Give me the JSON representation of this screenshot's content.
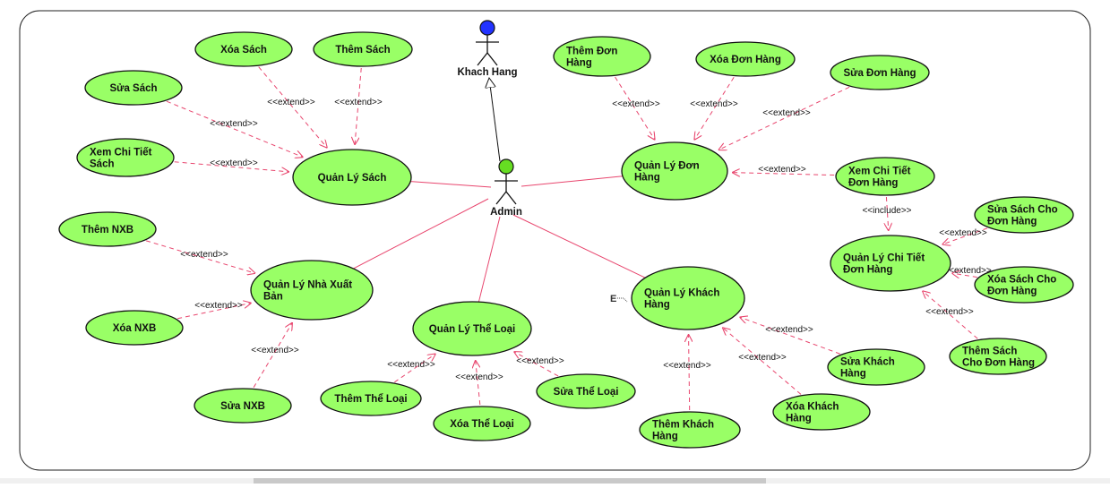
{
  "actors": {
    "customer": "Khach Hang",
    "admin": "Admin"
  },
  "relations": {
    "extend": "<<extend>>",
    "include": "<<include>>"
  },
  "marker_label": "E",
  "use_cases": {
    "xoa_sach": [
      "Xóa Sách"
    ],
    "them_sach": [
      "Thêm Sách"
    ],
    "sua_sach": [
      "Sửa Sách"
    ],
    "xem_chi_tiet_sach": [
      "Xem Chi Tiết",
      "Sách"
    ],
    "quan_ly_sach": [
      "Quản Lý Sách"
    ],
    "them_nxb": [
      "Thêm NXB"
    ],
    "quan_ly_nxb": [
      "Quản Lý Nhà Xuất",
      "Bản"
    ],
    "xoa_nxb": [
      "Xóa NXB"
    ],
    "sua_nxb": [
      "Sửa NXB"
    ],
    "quan_ly_the_loai": [
      "Quản Lý Thể Loại"
    ],
    "them_the_loai": [
      "Thêm Thể Loại"
    ],
    "xoa_the_loai": [
      "Xóa Thể Loại"
    ],
    "sua_the_loai": [
      "Sửa Thể Loại"
    ],
    "them_don_hang": [
      "Thêm Đơn",
      "Hàng"
    ],
    "xoa_don_hang": [
      "Xóa Đơn Hàng"
    ],
    "sua_don_hang": [
      "Sửa Đơn Hàng"
    ],
    "quan_ly_don_hang": [
      "Quản Lý Đơn",
      "Hàng"
    ],
    "xem_chi_tiet_don_hang": [
      "Xem Chi Tiết",
      "Đơn Hàng"
    ],
    "quan_ly_chi_tiet_don_hang": [
      "Quản Lý Chi Tiết",
      "Đơn Hàng"
    ],
    "sua_sach_cho_don_hang": [
      "Sửa Sách Cho",
      "Đơn Hàng"
    ],
    "xoa_sach_cho_don_hang": [
      "Xóa Sách Cho",
      "Đơn Hàng"
    ],
    "them_sach_cho_don_hang": [
      "Thêm Sách",
      "Cho Đơn Hàng"
    ],
    "quan_ly_khach_hang": [
      "Quản Lý Khách",
      "Hàng"
    ],
    "sua_khach_hang": [
      "Sửa Khách",
      "Hàng"
    ],
    "xoa_khach_hang": [
      "Xóa Khách",
      "Hàng"
    ],
    "them_khach_hang": [
      "Thêm Khách",
      "Hàng"
    ]
  },
  "colors": {
    "use_case_fill": "#99ff66",
    "use_case_stroke": "#111111",
    "relation_line": "#e8466e",
    "actor_customer_head": "#2233ff",
    "actor_admin_head": "#66dd22"
  }
}
